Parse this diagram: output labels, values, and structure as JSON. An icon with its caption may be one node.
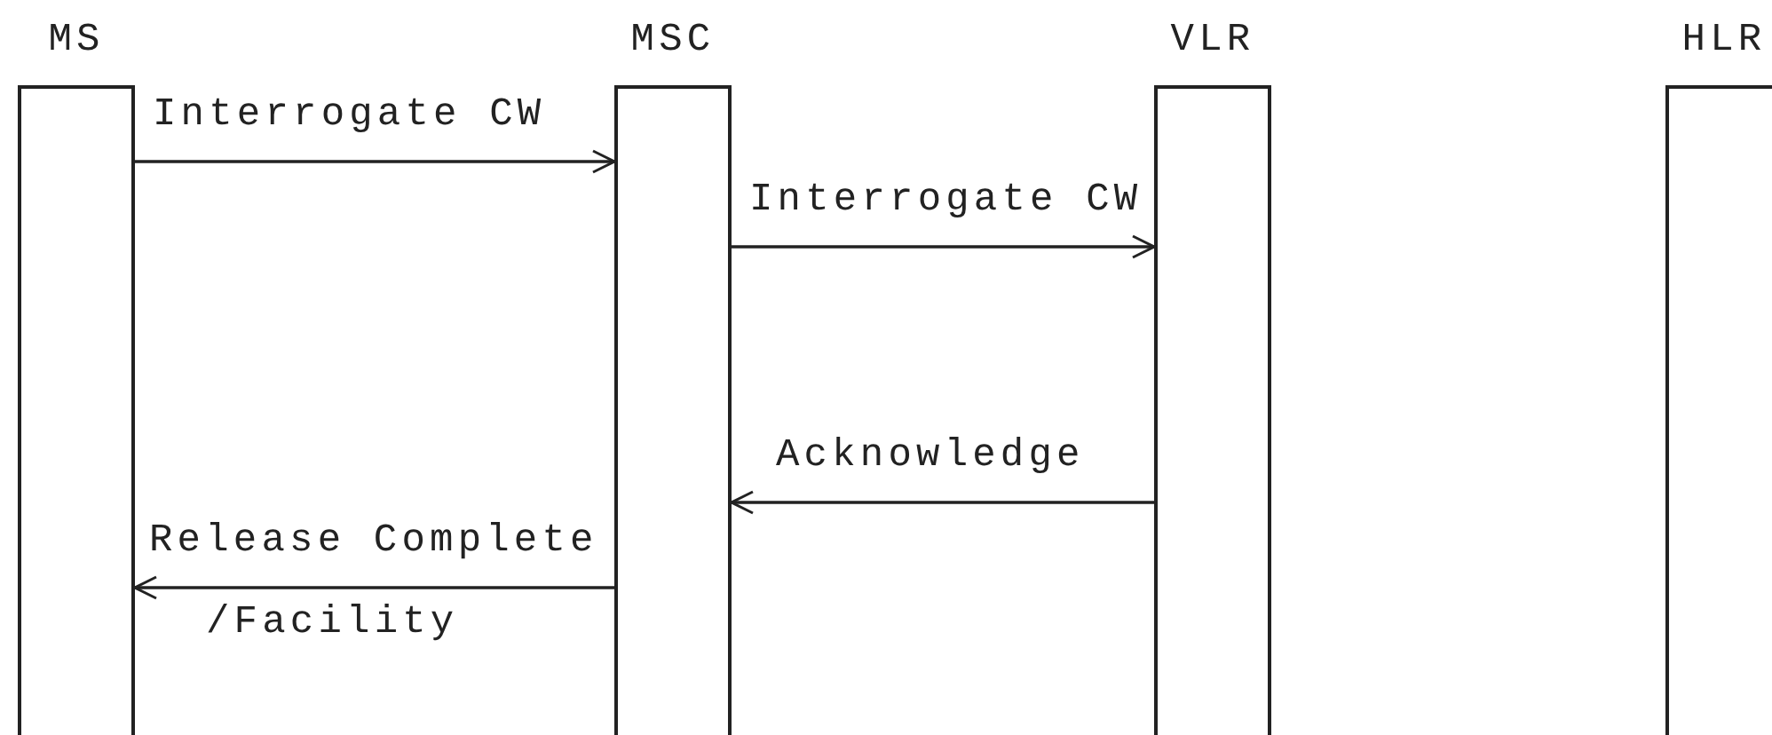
{
  "diagram": {
    "nodes": [
      {
        "text": [
          "MS"
        ]
      },
      {
        "text": [
          "MSC"
        ]
      },
      {
        "text": [
          "VLR"
        ]
      },
      {
        "text": [
          "HLR"
        ]
      }
    ],
    "edges": [
      {
        "from": 0,
        "to": 1,
        "arrow": "to",
        "label": "Interrogate CW"
      },
      {
        "from": 1,
        "to": 2,
        "arrow": "to",
        "label": "Interrogate CW"
      },
      {
        "from": 2,
        "to": 1,
        "arrow": "to",
        "label": "Acknowledge"
      },
      {
        "from": 1,
        "to": 0,
        "arrow": "to",
        "label": "Release Complete /Facility"
      }
    ]
  }
}
